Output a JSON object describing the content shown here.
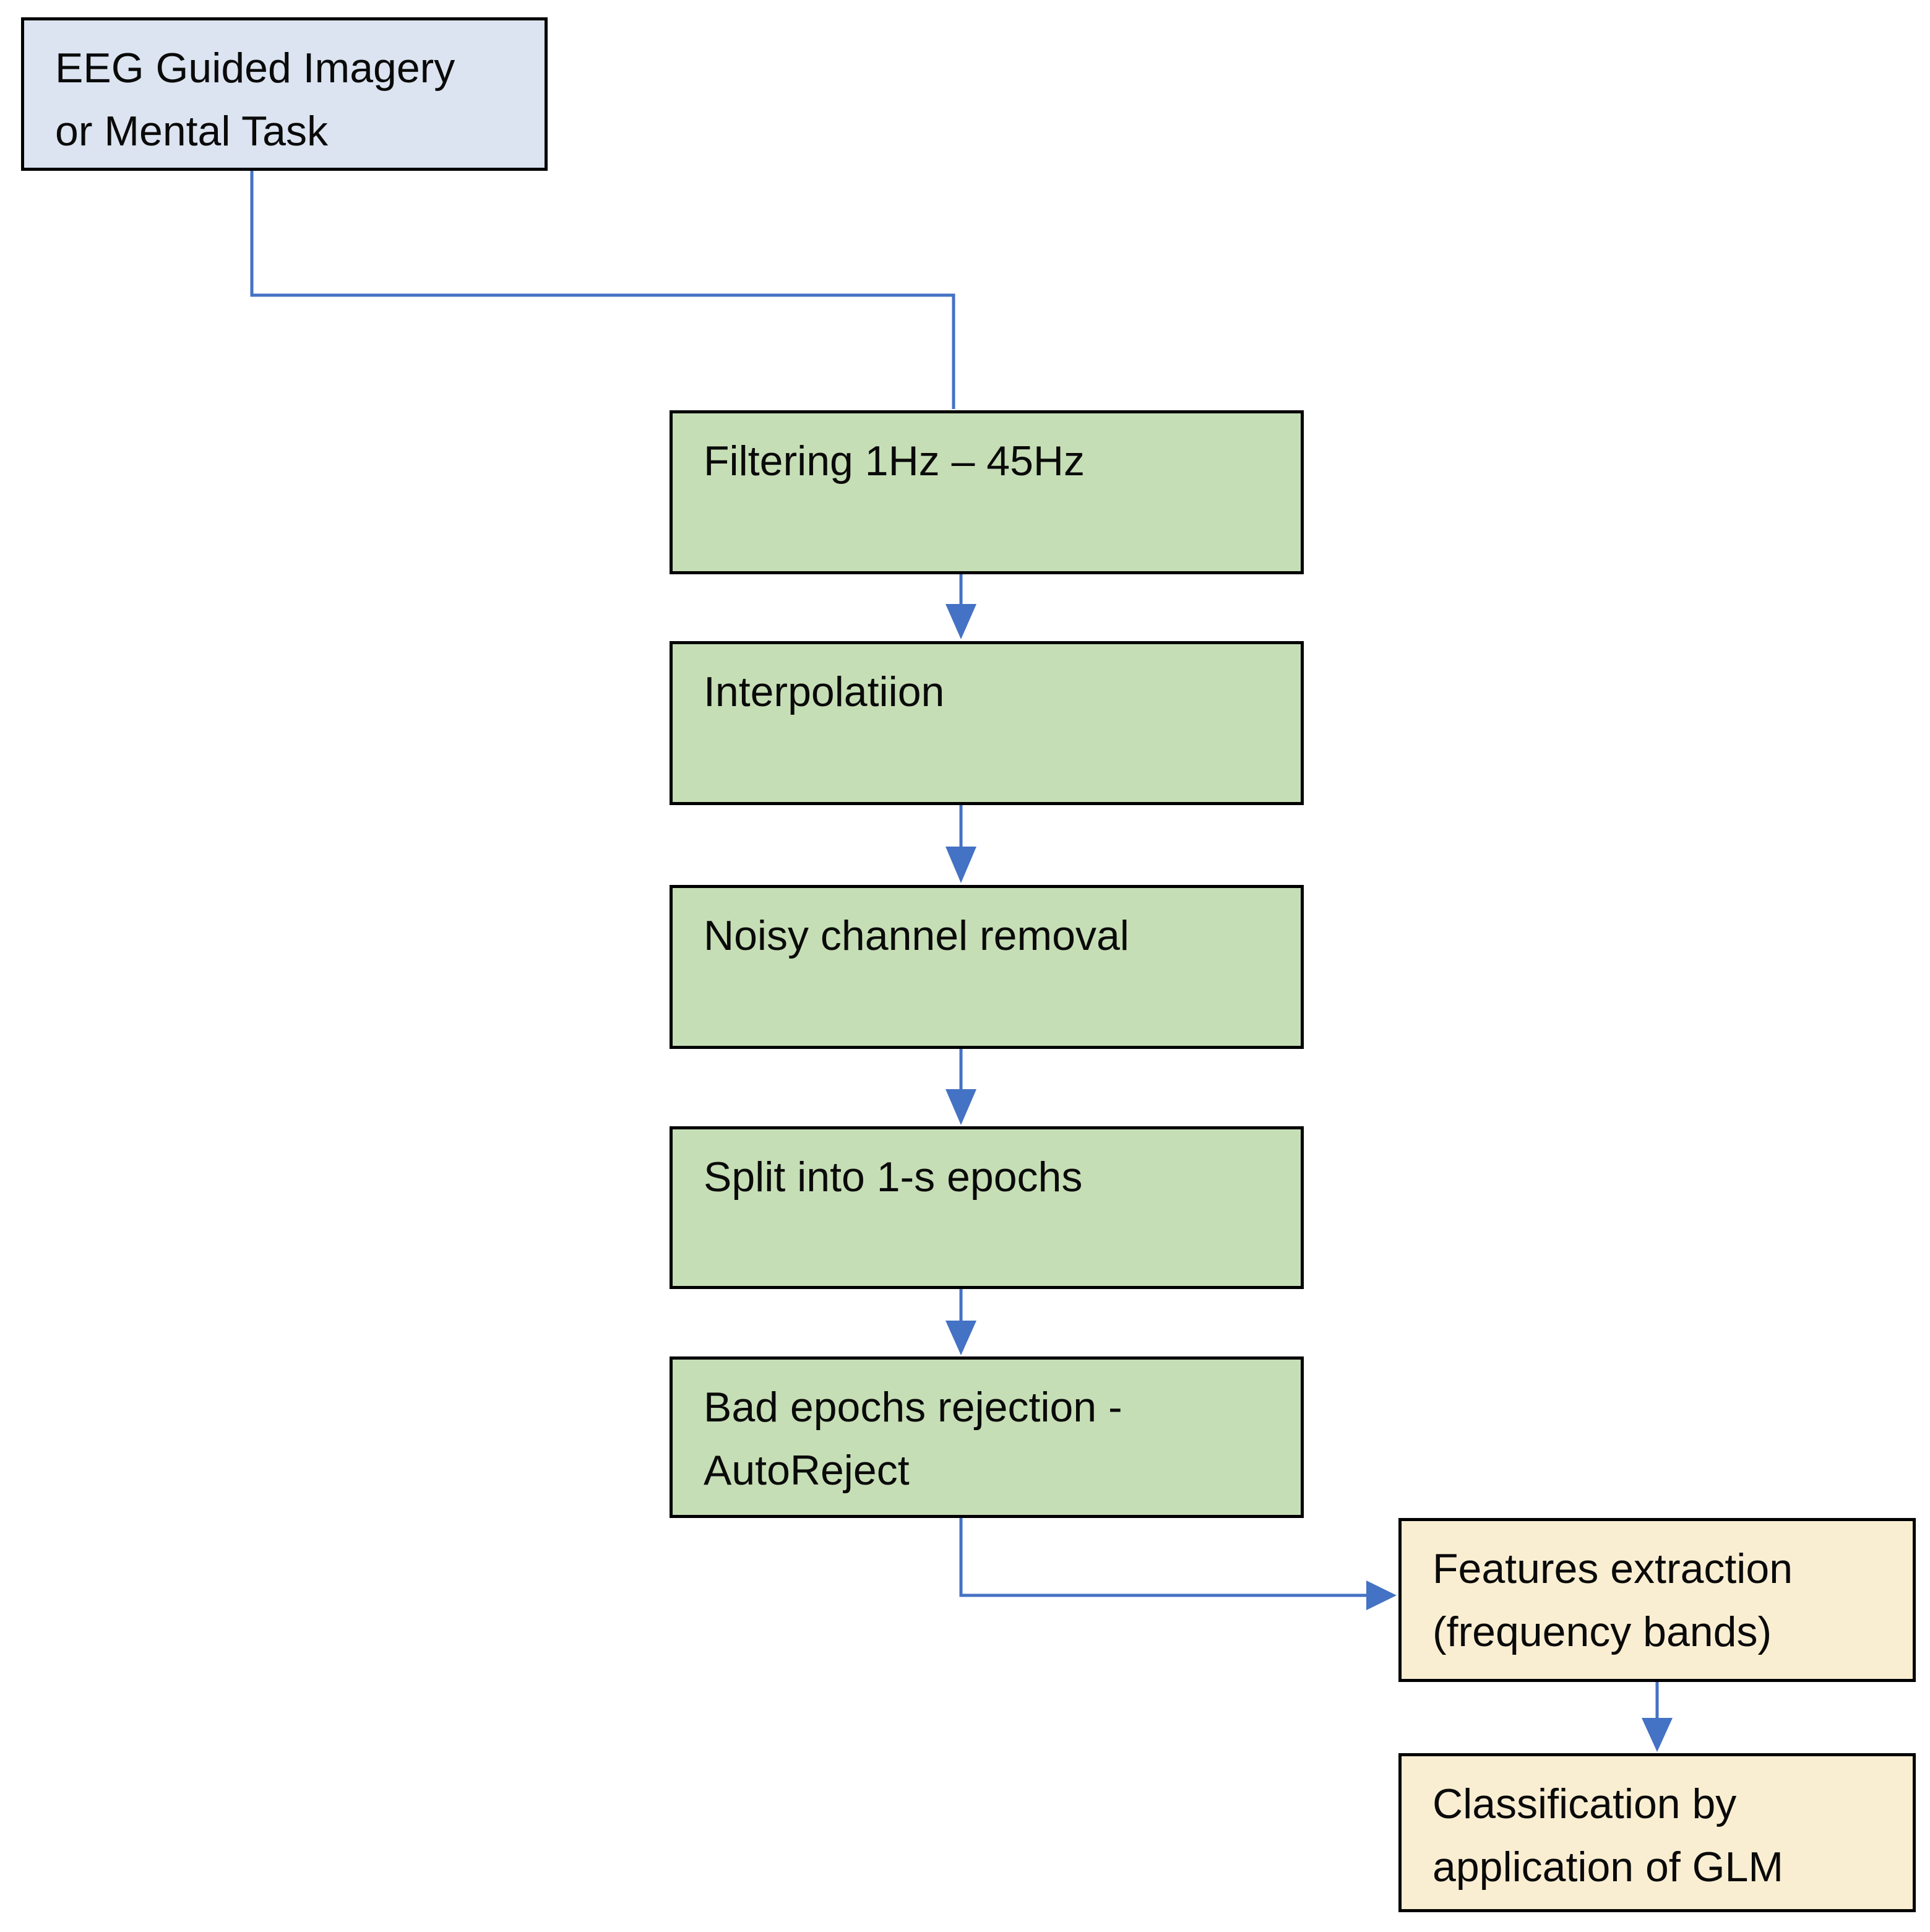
{
  "colors": {
    "background": "#ffffff",
    "connector": "#4472c4",
    "node_border": "#000000",
    "text": "#0a0a0a",
    "input_fill": "#dbe4f0",
    "process_fill": "#c6deb5",
    "output_fill": "#faeed2"
  },
  "nodes": [
    {
      "id": "eeg-source",
      "type": "input",
      "label": "EEG Guided Imagery\nor Mental Task"
    },
    {
      "id": "filtering",
      "type": "process",
      "label": "Filtering 1Hz – 45Hz"
    },
    {
      "id": "interpolation",
      "type": "process",
      "label": "Interpolatiion"
    },
    {
      "id": "noisy-channel-removal",
      "type": "process",
      "label": "Noisy channel removal"
    },
    {
      "id": "split-epochs",
      "type": "process",
      "label": "Split into 1-s epochs"
    },
    {
      "id": "bad-epochs-rejection",
      "type": "process",
      "label": "Bad epochs rejection -\nAutoReject"
    },
    {
      "id": "features-extraction",
      "type": "output",
      "label": "Features extraction\n(frequency bands)"
    },
    {
      "id": "classification",
      "type": "output",
      "label": "Classification by\napplication of GLM"
    }
  ],
  "edges": [
    {
      "from": "eeg-source",
      "to": "filtering",
      "arrowhead": false
    },
    {
      "from": "filtering",
      "to": "interpolation",
      "arrowhead": true
    },
    {
      "from": "interpolation",
      "to": "noisy-channel-removal",
      "arrowhead": true
    },
    {
      "from": "noisy-channel-removal",
      "to": "split-epochs",
      "arrowhead": true
    },
    {
      "from": "split-epochs",
      "to": "bad-epochs-rejection",
      "arrowhead": true
    },
    {
      "from": "bad-epochs-rejection",
      "to": "features-extraction",
      "arrowhead": true
    },
    {
      "from": "features-extraction",
      "to": "classification",
      "arrowhead": true
    }
  ]
}
